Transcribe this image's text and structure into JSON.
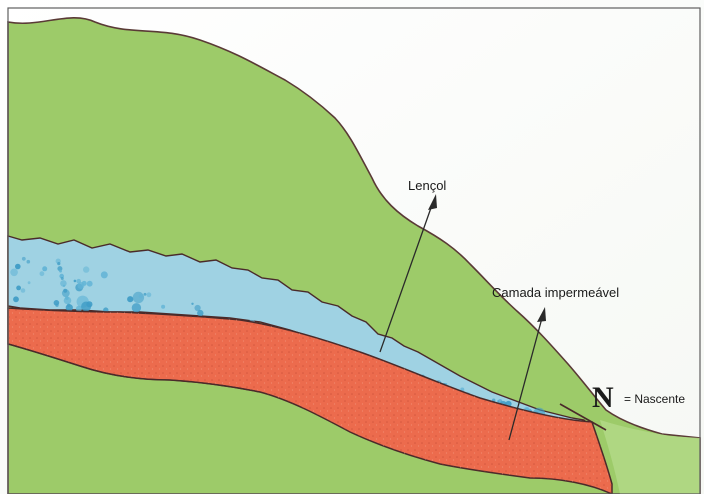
{
  "labels": {
    "lencol": "Lençol",
    "camada": "Camada impermeável",
    "nascente_symbol": "N",
    "nascente_text": "= Nascente"
  },
  "colors": {
    "hill_green": "#9dcb69",
    "hill_green_light": "#b3d987",
    "aquifer_blue": "#9fd2e3",
    "bubble_blue": "#3f9cc6",
    "clay_red": "#ec6b4d",
    "outline": "#4a2a2a",
    "frame": "#5f5f5f"
  }
}
